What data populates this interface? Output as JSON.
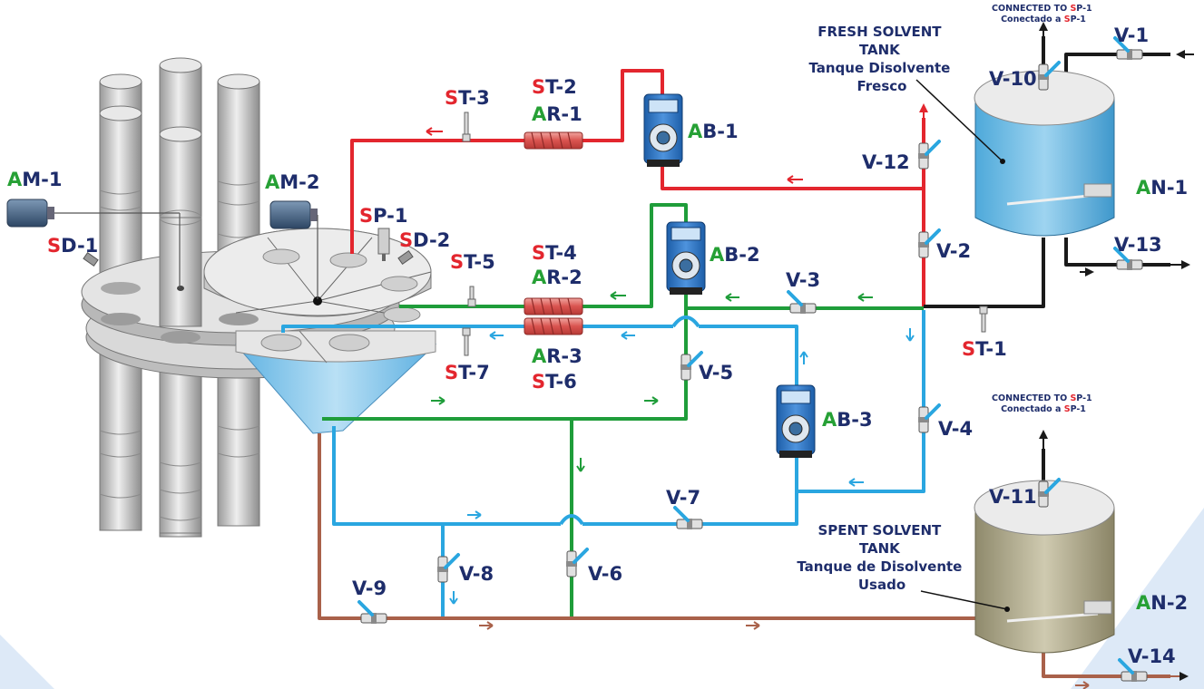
{
  "connected_note": {
    "line1_prefix": "CONNECTED TO ",
    "line1_code_letter": "S",
    "line1_code_rest": "P-1",
    "line2_prefix": "Conectado a ",
    "line2_code_letter": "S",
    "line2_code_rest": "P-1"
  },
  "tanks": {
    "fresh": {
      "title_lines": [
        "FRESH SOLVENT",
        "TANK",
        "Tanque Disolvente",
        "Fresco"
      ]
    },
    "spent": {
      "title_lines": [
        "SPENT SOLVENT",
        "TANK",
        "Tanque de Disolvente",
        "Usado"
      ]
    }
  },
  "valves": [
    "V-1",
    "V-2",
    "V-3",
    "V-4",
    "V-5",
    "V-6",
    "V-7",
    "V-8",
    "V-9",
    "V-10",
    "V-11",
    "V-12",
    "V-13",
    "V-14"
  ],
  "labels": {
    "AM1": {
      "prefix": "A",
      "rest": "M-1",
      "color": "green"
    },
    "AM2": {
      "prefix": "A",
      "rest": "M-2",
      "color": "green"
    },
    "SD1": {
      "prefix": "S",
      "rest": "D-1",
      "color": "red"
    },
    "SD2": {
      "prefix": "S",
      "rest": "D-2",
      "color": "red"
    },
    "SP1": {
      "prefix": "S",
      "rest": "P-1",
      "color": "red"
    },
    "ST1": {
      "prefix": "S",
      "rest": "T-1",
      "color": "red"
    },
    "ST2": {
      "prefix": "S",
      "rest": "T-2",
      "color": "red"
    },
    "ST3": {
      "prefix": "S",
      "rest": "T-3",
      "color": "red"
    },
    "ST4": {
      "prefix": "S",
      "rest": "T-4",
      "color": "red"
    },
    "ST5": {
      "prefix": "S",
      "rest": "T-5",
      "color": "red"
    },
    "ST6": {
      "prefix": "S",
      "rest": "T-6",
      "color": "red"
    },
    "ST7": {
      "prefix": "S",
      "rest": "T-7",
      "color": "red"
    },
    "AR1": {
      "prefix": "A",
      "rest": "R-1",
      "color": "green"
    },
    "AR2": {
      "prefix": "A",
      "rest": "R-2",
      "color": "green"
    },
    "AR3": {
      "prefix": "A",
      "rest": "R-3",
      "color": "green"
    },
    "AB1": {
      "prefix": "A",
      "rest": "B-1",
      "color": "green"
    },
    "AB2": {
      "prefix": "A",
      "rest": "B-2",
      "color": "green"
    },
    "AB3": {
      "prefix": "A",
      "rest": "B-3",
      "color": "green"
    },
    "AN1": {
      "prefix": "A",
      "rest": "N-1",
      "color": "green"
    },
    "AN2": {
      "prefix": "A",
      "rest": "N-2",
      "color": "green"
    }
  },
  "colors": {
    "red_line": "#e3262e",
    "green_line": "#1f9d3a",
    "blue_line": "#2aa6e0",
    "brown_line": "#a9614a",
    "black_line": "#1a1a1a",
    "label_blue": "#1e2d6b",
    "fresh_water": "#7fc4e8",
    "spent_water": "#b3ad8d",
    "steel": "#c9c9c9",
    "pump_blue": "#2f72c3",
    "bg_accent": "#dde9f7"
  }
}
